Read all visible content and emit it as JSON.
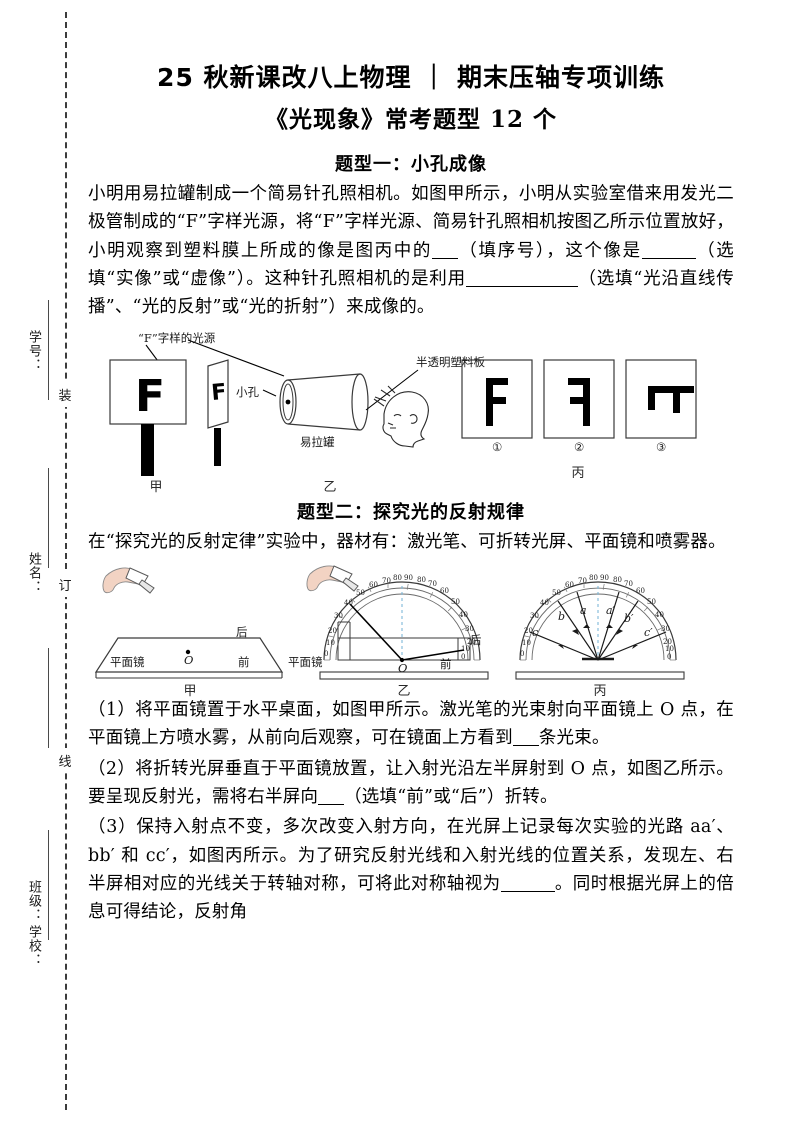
{
  "page": {
    "margin_labels_vertical": [
      "学号：",
      "姓名：",
      "班级：",
      "学校："
    ],
    "seal_line_labels": [
      "装",
      "订",
      "线"
    ]
  },
  "header": {
    "title": "25 秋新课改八上物理 ｜ 期末压轴专项训练",
    "subtitle": "《光现象》常考题型 12 个"
  },
  "sections": [
    {
      "id": "section-1",
      "heading": "题型一：小孔成像",
      "paragraphs": [
        {
          "id": "q1-body",
          "runs": [
            {
              "t": "text",
              "v": "小明用易拉罐制成一个简易针孔照相机。如图甲所示，小明从实验室借来用发光二极管制成的“F”字样光源，将“F”字样光源、简易针孔照相机按图乙所示位置放好，小明观察到塑料膜上所成的像是图丙中的"
            },
            {
              "t": "blank",
              "v": "small"
            },
            {
              "t": "text",
              "v": "（填序号），这个像是"
            },
            {
              "t": "blank",
              "v": "medium"
            },
            {
              "t": "text",
              "v": "（选填“实像”或“虚像”）。这种针孔照相机的是利用"
            },
            {
              "t": "blank",
              "v": "large"
            },
            {
              "t": "text",
              "v": "（选填“光沿直线传播”、“光的反射”或“光的折射”）来成像的。"
            }
          ]
        }
      ],
      "figure": {
        "name": "pinhole-camera-figure",
        "captions": [
          "甲",
          "乙",
          "丙"
        ],
        "labels": {
          "f_source": "“F”字样的光源",
          "pinhole": "小孔",
          "can": "易拉罐",
          "plastic_plate": "半透明塑料板",
          "letter": "F",
          "option_1": "①",
          "option_2": "②",
          "option_3": "③"
        }
      }
    },
    {
      "id": "section-2",
      "heading": "题型二：探究光的反射规律",
      "paragraphs": [
        {
          "id": "q2-intro",
          "runs": [
            {
              "t": "text",
              "v": "在“探究光的反射定律”实验中，器材有：激光笔、可折转光屏、平面镜和喷雾器。"
            }
          ]
        }
      ],
      "figure": {
        "name": "reflection-law-figure",
        "captions": [
          "甲",
          "乙",
          "丙"
        ],
        "labels": {
          "plane_mirror": "平面镜",
          "back": "后",
          "front": "前",
          "point_o": "O",
          "ray_a": "a",
          "ray_b": "b",
          "ray_c": "c",
          "ray_a_prime": "a′",
          "ray_b_prime": "b′",
          "ray_c_prime": "c′"
        },
        "protractor_scale_left": [
          "0",
          "10",
          "20",
          "30",
          "40",
          "50",
          "60",
          "70",
          "80",
          "90"
        ],
        "protractor_scale_right": [
          "80",
          "70",
          "60",
          "50",
          "40",
          "30",
          "20",
          "10",
          "0"
        ]
      },
      "sub_questions": [
        {
          "id": "q2-1",
          "runs": [
            {
              "t": "text",
              "v": "（1）将平面镜置于水平桌面，如图甲所示。激光笔的光束射向平面镜上 O 点，在平面镜上方喷水雾，从前向后观察，可在镜面上方看到"
            },
            {
              "t": "blank",
              "v": "small"
            },
            {
              "t": "text",
              "v": "条光束。"
            }
          ]
        },
        {
          "id": "q2-2",
          "runs": [
            {
              "t": "text",
              "v": "（2）将折转光屏垂直于平面镜放置，让入射光沿左半屏射到 O 点，如图乙所示。要呈现反射光，需将右半屏向"
            },
            {
              "t": "blank",
              "v": "small"
            },
            {
              "t": "text",
              "v": "（选填“前”或“后”）折转。"
            }
          ]
        },
        {
          "id": "q2-3",
          "runs": [
            {
              "t": "text",
              "v": "（3）保持入射点不变，多次改变入射方向，在光屏上记录每次实验的光路 aa′、bb′ 和 cc′，如图丙所示。为了研究反射光线和入射光线的位置关系，发现左、右半屏相对应的光线关于转轴对称，可将此对称轴视为"
            },
            {
              "t": "blank",
              "v": "medium"
            },
            {
              "t": "text",
              "v": "。同时根据光屏上的倍息可得结论，反射角"
            }
          ]
        }
      ]
    }
  ],
  "colors": {
    "ink": "#000000",
    "rule": "#4a4a4a",
    "dashed_guide": "#7fb8d8",
    "skin": "#f2d3c3"
  }
}
